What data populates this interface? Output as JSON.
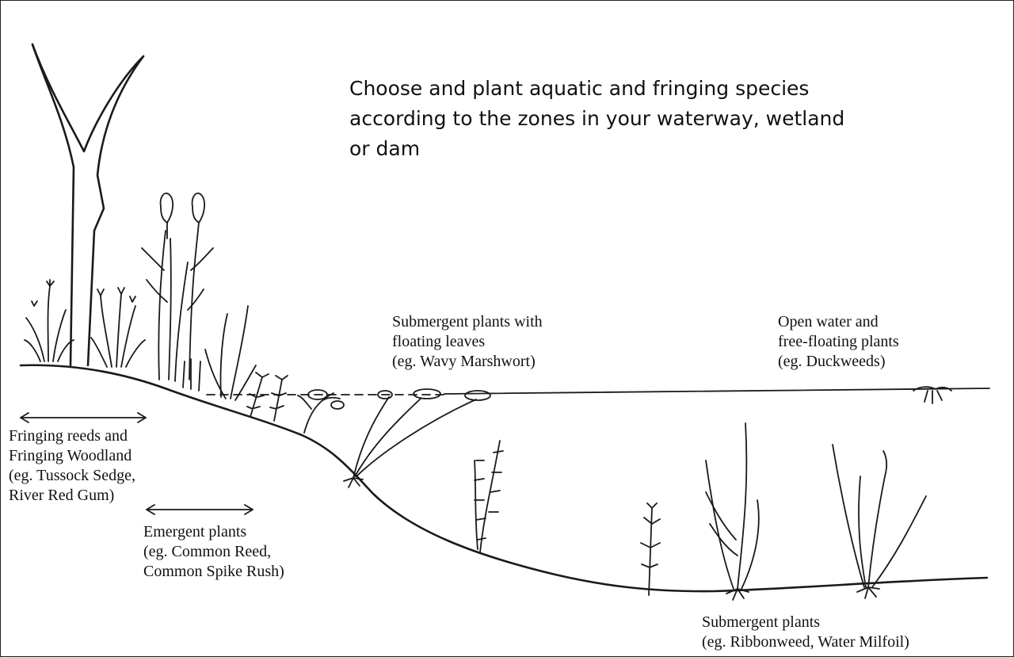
{
  "headline": {
    "lines": [
      "Choose and plant aquatic and fringing species",
      "according to the  zones in your waterway, wetland",
      "or dam"
    ]
  },
  "zones": {
    "fringing": {
      "lines": [
        "Fringing reeds and",
        "Fringing Woodland",
        "(eg. Tussock Sedge,",
        "River Red Gum)"
      ]
    },
    "emergent": {
      "lines": [
        "Emergent plants",
        "(eg. Common Reed,",
        "Common Spike Rush)"
      ]
    },
    "floating_leaves": {
      "lines": [
        "Submergent plants with",
        "floating leaves",
        "(eg. Wavy Marshwort)"
      ]
    },
    "open_water": {
      "lines": [
        "Open water and",
        "free-floating plants",
        "(eg. Duckweeds)"
      ]
    },
    "submergent": {
      "lines": [
        "Submergent plants",
        "(eg. Ribbonweed, Water Milfoil)"
      ]
    }
  },
  "colors": {
    "ink": "#1a1a1a",
    "background": "#ffffff"
  }
}
